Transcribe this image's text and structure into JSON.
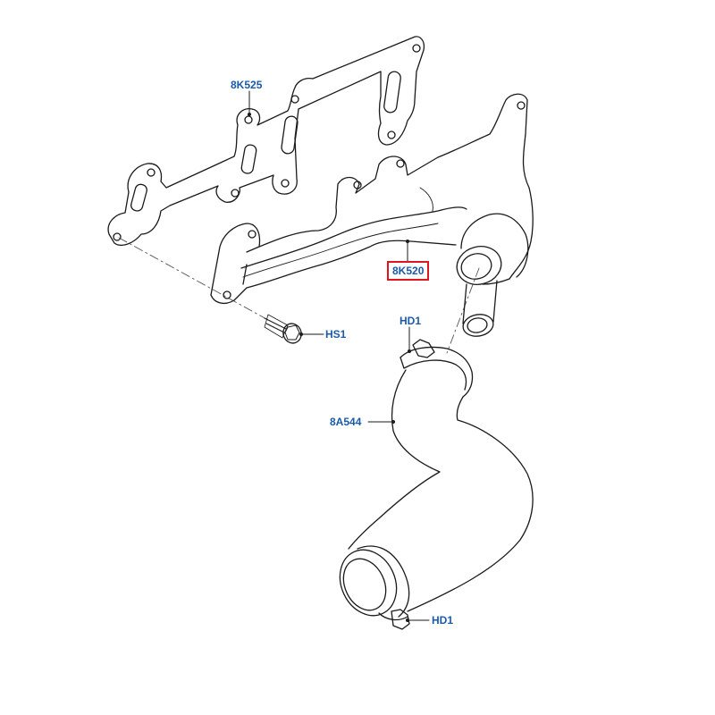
{
  "diagram": {
    "type": "exploded-parts-view",
    "subject": "exhaust manifold assembly",
    "colors": {
      "line": "#1a1a1a",
      "label": "#1a5aa8",
      "highlight_box": "#e0161e",
      "background": "#ffffff"
    },
    "callouts": [
      {
        "id": "8K525",
        "label": "8K525",
        "part": "exhaust manifold gasket",
        "highlighted": false
      },
      {
        "id": "8K520",
        "label": "8K520",
        "part": "exhaust manifold",
        "highlighted": true
      },
      {
        "id": "HS1",
        "label": "HS1",
        "part": "flange bolt",
        "highlighted": false
      },
      {
        "id": "HD1a",
        "label": "HD1",
        "part": "upper hose clamp",
        "highlighted": false
      },
      {
        "id": "8A544",
        "label": "8A544",
        "part": "hose",
        "highlighted": false
      },
      {
        "id": "HD1b",
        "label": "HD1",
        "part": "lower hose clamp",
        "highlighted": false
      }
    ]
  }
}
